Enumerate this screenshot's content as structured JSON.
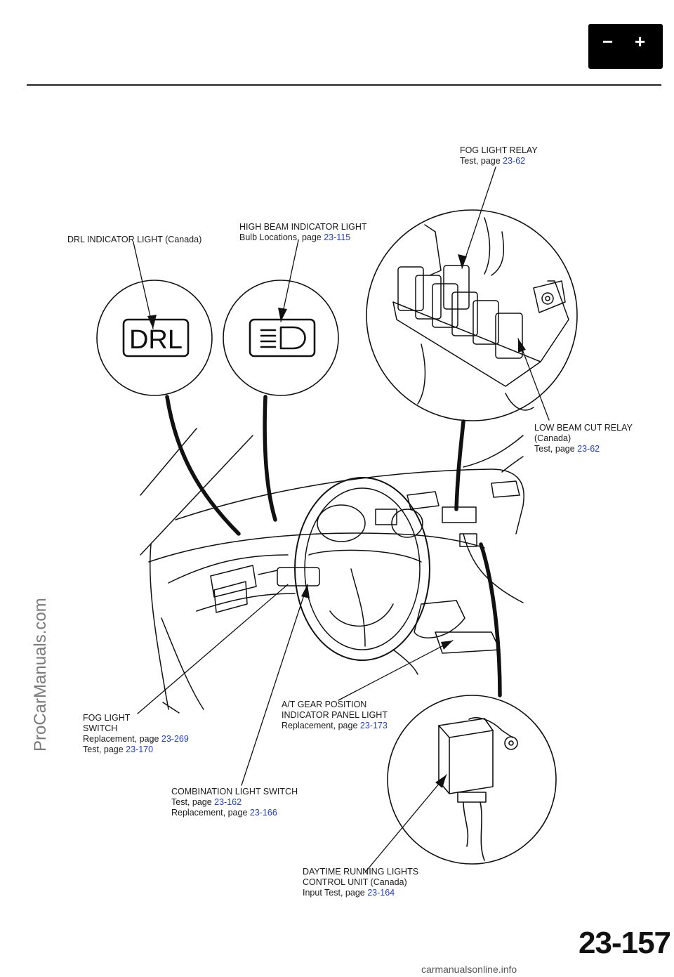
{
  "header": {
    "battery_icon": "battery-icon",
    "minus": "−",
    "plus": "+"
  },
  "labels": {
    "fog_relay": {
      "l1": "FOG LIGHT RELAY",
      "l2a": "Test, page ",
      "ref": "23-62"
    },
    "drl_indicator": {
      "l1": "DRL INDICATOR LIGHT (Canada)"
    },
    "high_beam": {
      "l1": "HIGH BEAM INDICATOR LIGHT",
      "l2a": "Bulb Locations, page ",
      "ref": "23-115"
    },
    "low_beam_cut": {
      "l1": "LOW BEAM CUT RELAY",
      "l2": "(Canada)",
      "l3a": "Test, page ",
      "ref": "23-62"
    },
    "fog_switch": {
      "l1": "FOG LIGHT",
      "l2": "SWITCH",
      "l3a": "Replacement,  page  ",
      "ref1": "23-269",
      "l4a": "Test,  page  ",
      "ref2": "23-170"
    },
    "at_gear": {
      "l1": "A/T GEAR POSITION",
      "l2": "INDICATOR PANEL LIGHT",
      "l3a": "Replacement, page ",
      "ref": "23-173"
    },
    "combination": {
      "l1": "COMBINATION  LIGHT  SWITCH",
      "l2a": "Test, page ",
      "ref1": "23-162",
      "l3a": "Replacement, page ",
      "ref2": "23-166"
    },
    "drl_unit": {
      "l1": "DAYTIME  RUNNING  LIGHTS",
      "l2": "CONTROL  UNIT  (Canada)",
      "l3a": "Input Test, page ",
      "ref": "23-164"
    }
  },
  "insets": {
    "drl_symbol": "DRL"
  },
  "watermark": "ProCarManuals.com",
  "footer_site": "carmanualsonline.info",
  "page_number": "23-157",
  "colors": {
    "link": "#1f3fcf",
    "ink": "#111111",
    "watermark": "#7a7a7a"
  }
}
